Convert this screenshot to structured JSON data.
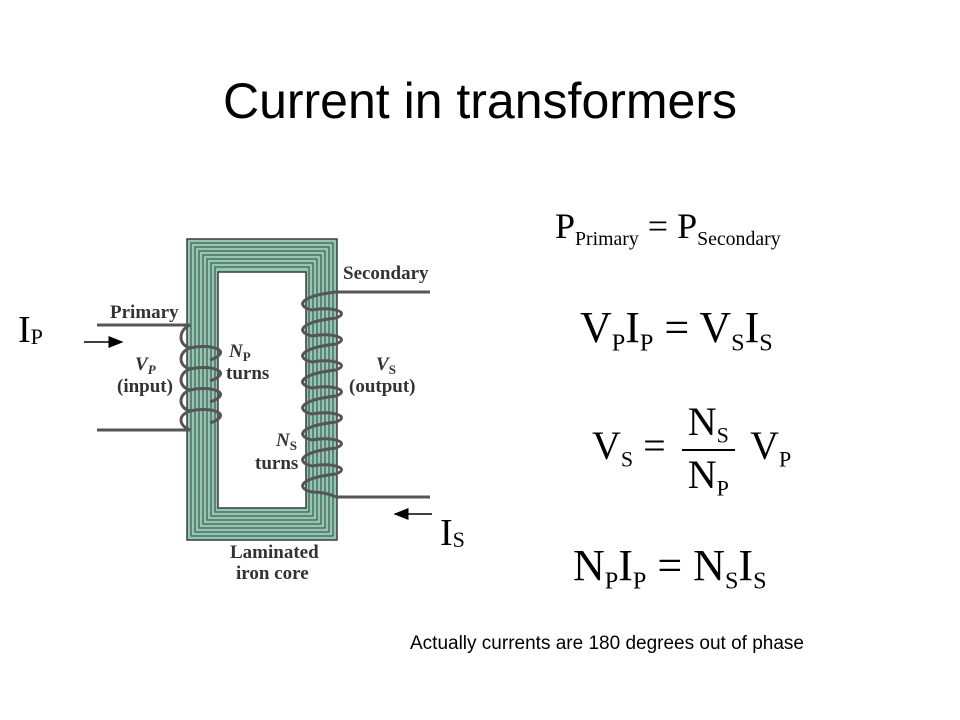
{
  "slide": {
    "title": "Current in transformers",
    "note": "Actually currents are 180 degrees out of phase"
  },
  "diagram": {
    "label_secondary": "Secondary",
    "label_primary": "Primary",
    "label_vp_main": "V",
    "label_vp_sub": "P",
    "label_input": "(input)",
    "label_np_main": "N",
    "label_np_sub": "P",
    "label_turns_primary": "turns",
    "label_vs_main": "V",
    "label_vs_sub": "S",
    "label_output": "(output)",
    "label_ns_main": "N",
    "label_ns_sub": "S",
    "label_turns_secondary": "turns",
    "label_core_line1": "Laminated",
    "label_core_line2": "iron core",
    "current_ip_main": "I",
    "current_ip_sub": "P",
    "current_is_main": "I",
    "current_is_sub": "S"
  },
  "equations": {
    "eq1": {
      "p1": "P",
      "s1": "Primary",
      "eq": "=",
      "p2": "P",
      "s2": "Secondary"
    },
    "eq2": {
      "v1": "V",
      "sv1": "P",
      "i1": "I",
      "si1": "P",
      "eq": "=",
      "v2": "V",
      "sv2": "S",
      "i2": "I",
      "si2": "S"
    },
    "eq3": {
      "v1": "V",
      "sv1": "S",
      "eq": "=",
      "nn": "N",
      "snn": "S",
      "nd": "N",
      "snd": "P",
      "v2": "V",
      "sv2": "P"
    },
    "eq4": {
      "n1": "N",
      "sn1": "P",
      "i1": "I",
      "si1": "P",
      "eq": "=",
      "n2": "N",
      "sn2": "S",
      "i2": "I",
      "si2": "S"
    }
  },
  "colors": {
    "core": "#8fc9b4",
    "core_stroke": "#3a3a3a",
    "wire": "#555555"
  }
}
